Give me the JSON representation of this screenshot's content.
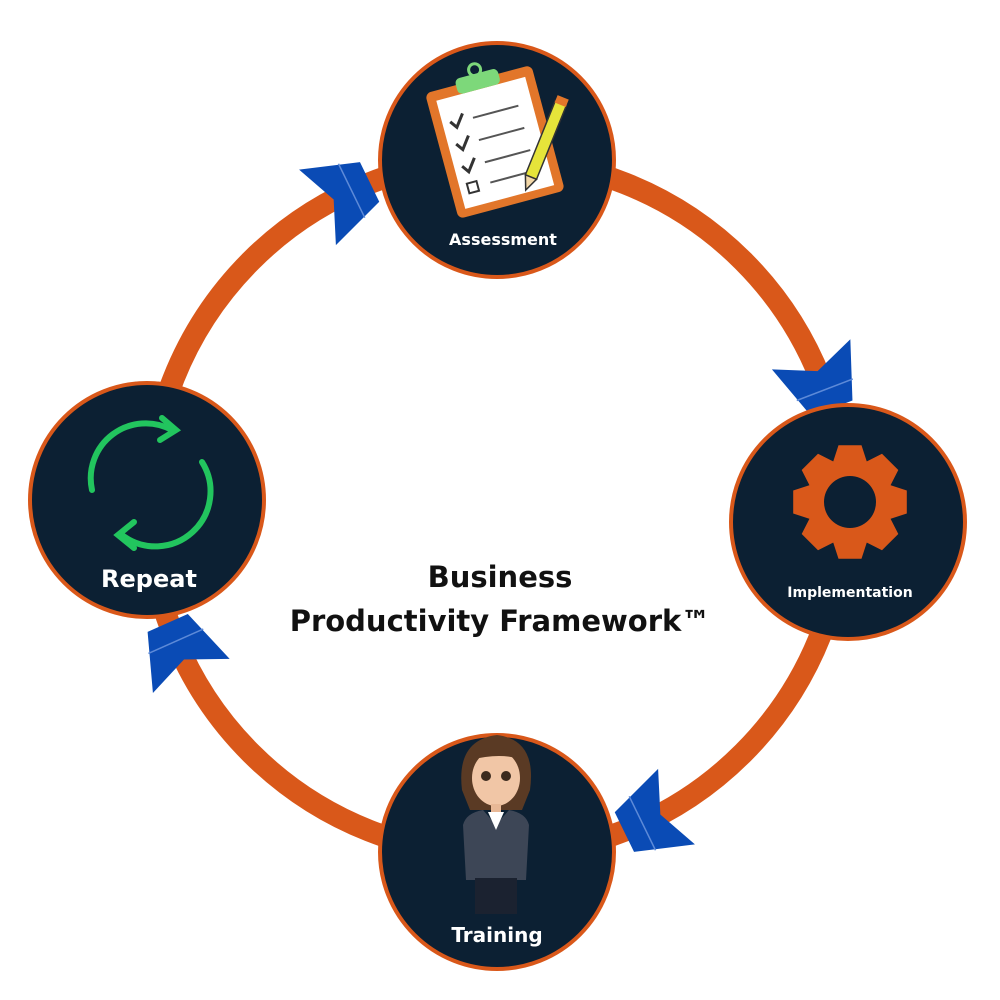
{
  "title": {
    "line1": "Business",
    "line2": "Productivity Framework™"
  },
  "nodes": {
    "assessment": {
      "label": "Assessment",
      "icon": "clipboard-checklist-icon"
    },
    "implementation": {
      "label": "Implementation",
      "icon": "gear-icon"
    },
    "training": {
      "label": "Training",
      "icon": "person-trainer-icon"
    },
    "repeat": {
      "label": "Repeat",
      "icon": "refresh-cycle-icon"
    }
  },
  "colors": {
    "ring": "#d9581a",
    "node_fill": "#0c2033",
    "arrow": "#0a4bb5",
    "repeat_icon": "#22c55e"
  }
}
